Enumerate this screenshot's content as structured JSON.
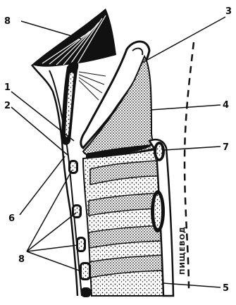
{
  "labels": {
    "l8_top": "8",
    "l3": "3",
    "l1": "1",
    "l2": "2",
    "l4": "4",
    "l7": "7",
    "l6": "6",
    "l8_bottom": "8",
    "l5": "5"
  },
  "vertical_text": "ПИЩЕВОД",
  "colors": {
    "ink": "#111111",
    "paper": "#ffffff"
  }
}
